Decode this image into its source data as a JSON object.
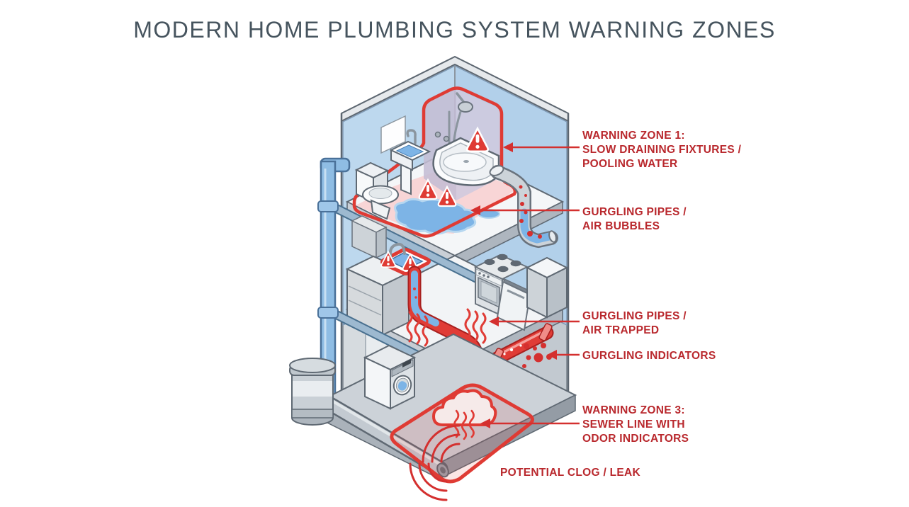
{
  "title": "MODERN HOME PLUMBING SYSTEM WARNING ZONES",
  "colors": {
    "background": "#ffffff",
    "title": "#46545e",
    "label_red": "#b9282d",
    "arrow_red": "#d4302f",
    "zone_red": "#df3b34",
    "pipe_red": "#e03c36",
    "wall_blue": "#bdd8ee",
    "lavender": "#c7c1d9",
    "floor_pink": "#f8d3d4",
    "water_blue": "#7db4e6"
  },
  "callouts": {
    "zone1": {
      "text": "WARNING ZONE 1:\nSLOW DRAINING FIXTURES /\nPOOLING WATER"
    },
    "air_bubbles": {
      "text": "GURGLING PIPES /\nAIR BUBBLES"
    },
    "air_trapped": {
      "text": "GURGLING PIPES /\nAIR TRAPPED"
    },
    "gurgling_indicators": {
      "text": "GURGLING INDICATORS"
    },
    "zone3": {
      "text": "WARNING ZONE 3:\nSEWER LINE WITH\nODOR INDICATORS"
    },
    "potential_clog": {
      "text": "POTENTIAL CLOG / LEAK"
    }
  },
  "diagram": {
    "type": "isometric cutaway of three-level home plumbing",
    "icons": [
      "warning-triangle-icon",
      "odor-cloud-icon",
      "leak-sound-arcs-icon",
      "arrow-icon",
      "gurgle-wave-icon",
      "air-bubble-icon"
    ],
    "fixtures": [
      "toilet",
      "pedestal-sink",
      "shower",
      "corner-shower-tray",
      "kitchen-sink",
      "stove-oven",
      "dishwasher",
      "washing-machine",
      "water-tank",
      "sewer-pipe",
      "drain-pipes"
    ]
  }
}
